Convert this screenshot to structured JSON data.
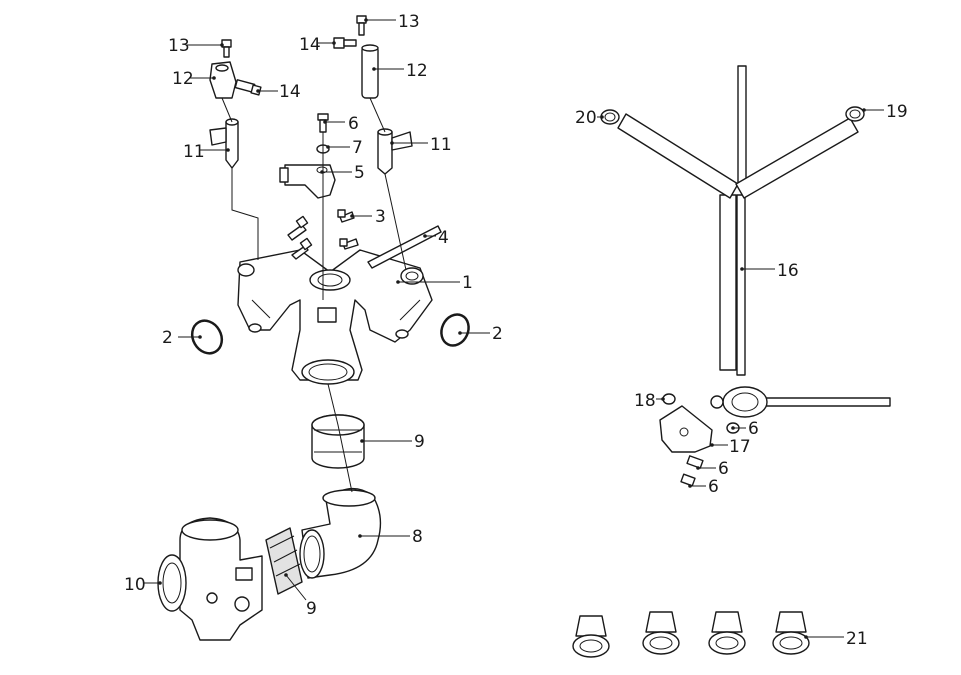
{
  "colors": {
    "line": "#1a1a1a",
    "background": "#ffffff",
    "shade": "#e2e2e2"
  },
  "callouts": [
    {
      "id": "c1",
      "number": "1"
    },
    {
      "id": "c2a",
      "number": "2"
    },
    {
      "id": "c2b",
      "number": "2"
    },
    {
      "id": "c3",
      "number": "3"
    },
    {
      "id": "c4",
      "number": "4"
    },
    {
      "id": "c5",
      "number": "5"
    },
    {
      "id": "c6a",
      "number": "6"
    },
    {
      "id": "c6b",
      "number": "6"
    },
    {
      "id": "c6c",
      "number": "6"
    },
    {
      "id": "c6d",
      "number": "6"
    },
    {
      "id": "c7",
      "number": "7"
    },
    {
      "id": "c8",
      "number": "8"
    },
    {
      "id": "c9a",
      "number": "9"
    },
    {
      "id": "c9b",
      "number": "9"
    },
    {
      "id": "c10",
      "number": "10"
    },
    {
      "id": "c11a",
      "number": "11"
    },
    {
      "id": "c11b",
      "number": "11"
    },
    {
      "id": "c12a",
      "number": "12"
    },
    {
      "id": "c12b",
      "number": "12"
    },
    {
      "id": "c13a",
      "number": "13"
    },
    {
      "id": "c13b",
      "number": "13"
    },
    {
      "id": "c14a",
      "number": "14"
    },
    {
      "id": "c14b",
      "number": "14"
    },
    {
      "id": "c16",
      "number": "16"
    },
    {
      "id": "c17",
      "number": "17"
    },
    {
      "id": "c18",
      "number": "18"
    },
    {
      "id": "c19",
      "number": "19"
    },
    {
      "id": "c20",
      "number": "20"
    },
    {
      "id": "c21",
      "number": "21"
    }
  ]
}
